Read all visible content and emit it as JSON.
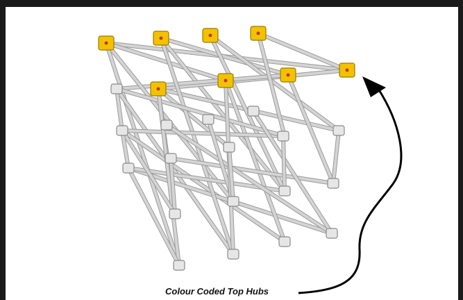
{
  "header": {
    "caption": "Colour Coded Top Hubs"
  },
  "annotation": {
    "label": "Colour Coded Top Hubs"
  },
  "colors": {
    "hub_top": "#f2c200",
    "hub_top_dot": "#c0392b",
    "hub_plain": "#e6e6e6",
    "strut": "#d4d4d4",
    "strut_edge": "#9a9a9a",
    "frame": "#1a1a1a",
    "arrow": "#000000"
  },
  "icons": {
    "hub_top": "yellow-top-hub",
    "hub_plain": "grey-hub",
    "arrow": "curved-arrow"
  }
}
